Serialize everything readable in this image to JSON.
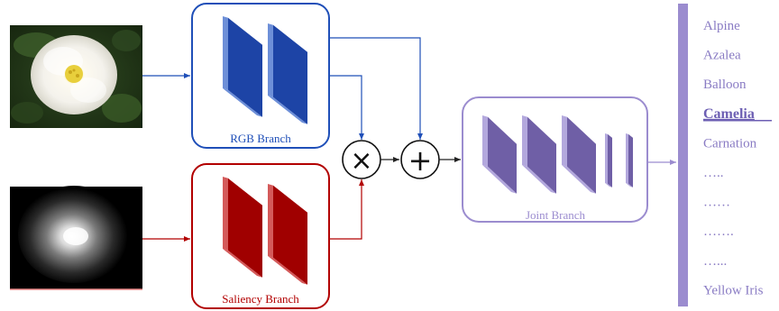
{
  "branches": {
    "rgb": {
      "label": "RGB Branch",
      "color": "#1f4fb8"
    },
    "saliency": {
      "label": "Saliency Branch",
      "color": "#b20000"
    },
    "joint": {
      "label": "Joint Branch",
      "color": "#9b8ccf"
    }
  },
  "operators": {
    "multiply": "×",
    "add": "+"
  },
  "classes": [
    {
      "label": "Alpine",
      "selected": false
    },
    {
      "label": "Azalea",
      "selected": false
    },
    {
      "label": "Balloon",
      "selected": false
    },
    {
      "label": "Camelia",
      "selected": true
    },
    {
      "label": "Carnation",
      "selected": false
    },
    {
      "label": "…..",
      "selected": false
    },
    {
      "label": "……",
      "selected": false
    },
    {
      "label": "…….",
      "selected": false
    },
    {
      "label": "…...",
      "selected": false
    },
    {
      "label": "Yellow Iris",
      "selected": false
    }
  ],
  "colors": {
    "rgb_fill": "#1d44a6",
    "rgb_side": "#6d8fd8",
    "sal_fill": "#a00000",
    "sal_side": "#d45a5a",
    "joint_fill": "#6f5fa6",
    "joint_side": "#b3a8dd",
    "classbar": "#9b8ccf"
  }
}
